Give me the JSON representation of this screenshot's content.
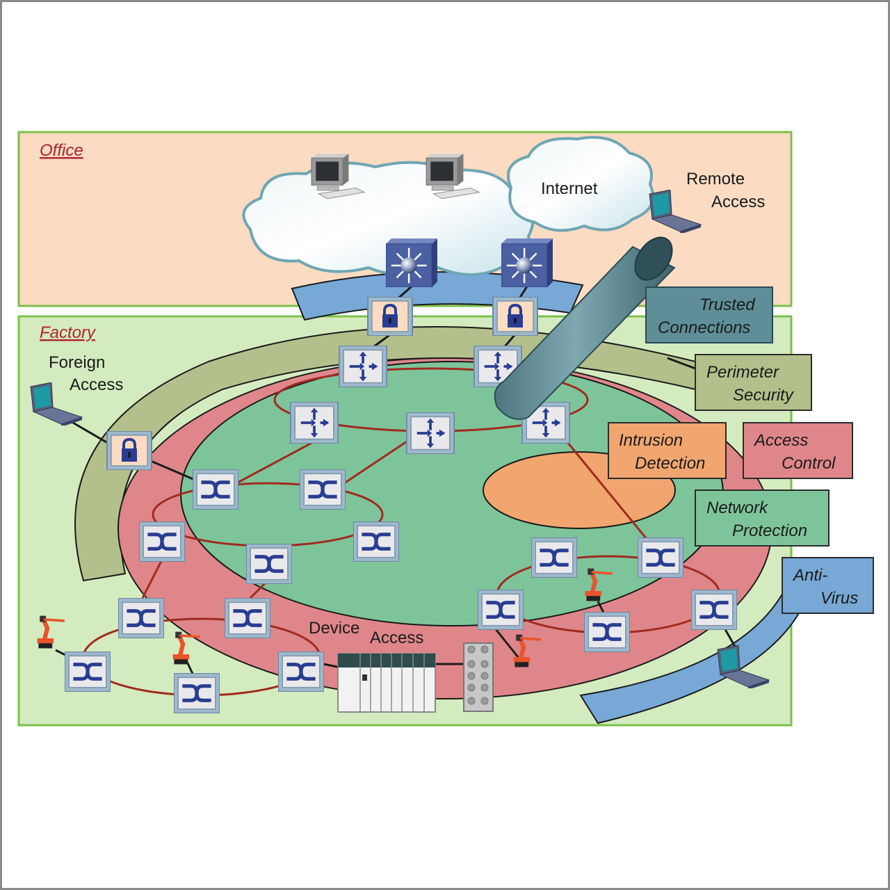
{
  "zones": {
    "office": {
      "title": "Office",
      "fill": "#fbdcc3",
      "border": "#7cbf4a"
    },
    "factory": {
      "title": "Factory",
      "fill": "#d4ebbf",
      "border": "#7cbf4a"
    }
  },
  "labels": {
    "internet": "Internet",
    "remote_access": [
      "Remote",
      "Access"
    ],
    "foreign_access": [
      "Foreign",
      "Access"
    ],
    "device_access": [
      "Device",
      "Access"
    ]
  },
  "legend": [
    {
      "id": "trusted-connections",
      "lines": [
        "Trusted",
        "Connections"
      ],
      "fill": "#5f8e98"
    },
    {
      "id": "perimeter-security",
      "lines": [
        "Perimeter",
        "Security"
      ],
      "fill": "#b3c08c"
    },
    {
      "id": "intrusion-detection",
      "lines": [
        "Intrusion",
        "Detection"
      ],
      "fill": "#f1a66f"
    },
    {
      "id": "access-control",
      "lines": [
        "Access",
        "Control"
      ],
      "fill": "#df868a"
    },
    {
      "id": "network-protection",
      "lines": [
        "Network",
        "Protection"
      ],
      "fill": "#7ec49a"
    },
    {
      "id": "anti-virus",
      "lines": [
        "Anti-",
        "Virus"
      ],
      "fill": "#77a8d6"
    }
  ],
  "colors": {
    "perimeter_ring": "#b3c08c",
    "access_ring": "#df868a",
    "network_core": "#7ec49a",
    "intrusion_area": "#f1a66f",
    "antivirus_band": "#77a8d6",
    "link_red": "#a02a1f",
    "link_black": "#1a1a1a",
    "device_icon": "#2a3d91",
    "tunnel": "#5f8e98"
  },
  "devices": {
    "office_pcs": 2,
    "layer3_switches": 2,
    "firewalls": 3,
    "routers": 5,
    "industrial_switches": 16,
    "laptops": 3,
    "robots": 4,
    "plc": 1,
    "io_module": 1
  }
}
